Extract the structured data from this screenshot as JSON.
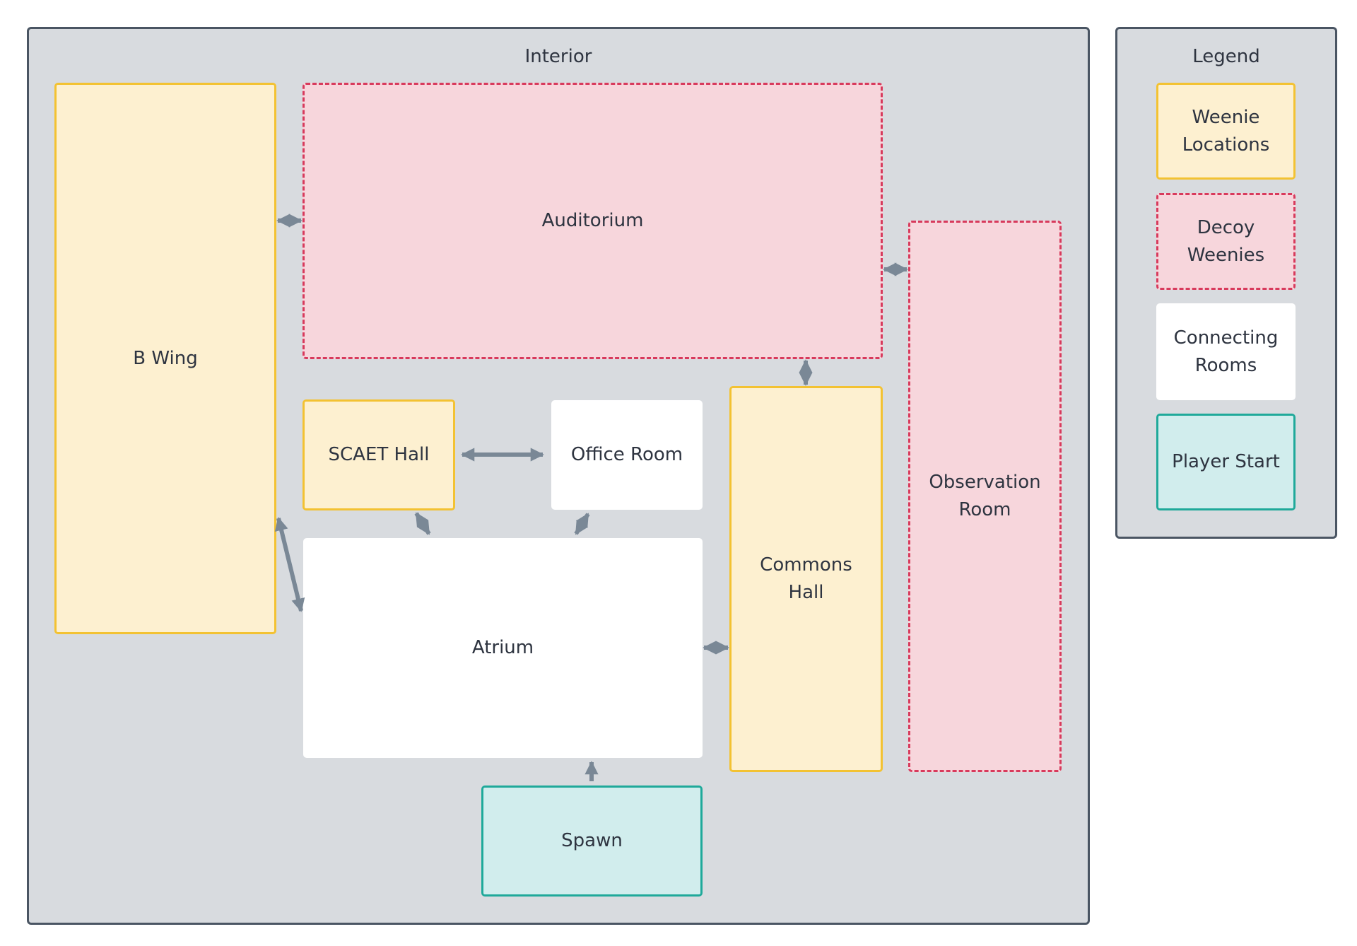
{
  "interior": {
    "title": "Interior"
  },
  "legend": {
    "title": "Legend",
    "weenie": "Weenie\nLocations",
    "decoy": "Decoy\nWeenies",
    "connecting": "Connecting\nRooms",
    "start": "Player Start"
  },
  "rooms": {
    "b_wing": "B Wing",
    "auditorium": "Auditorium",
    "observation_room": "Observation\nRoom",
    "scaet_hall": "SCAET Hall",
    "office_room": "Office Room",
    "commons_hall": "Commons\nHall",
    "atrium": "Atrium",
    "spawn": "Spawn"
  },
  "colors": {
    "cluster_fill": "#d8dbdf",
    "cluster_border": "#4a5563",
    "weenie_fill": "#fdf0d0",
    "weenie_border": "#f3c232",
    "decoy_fill": "#f7d6dc",
    "decoy_border": "#d83a5c",
    "connecting_fill": "#ffffff",
    "start_fill": "#d1eded",
    "start_border": "#1fa99a",
    "edge": "#7a8896"
  }
}
